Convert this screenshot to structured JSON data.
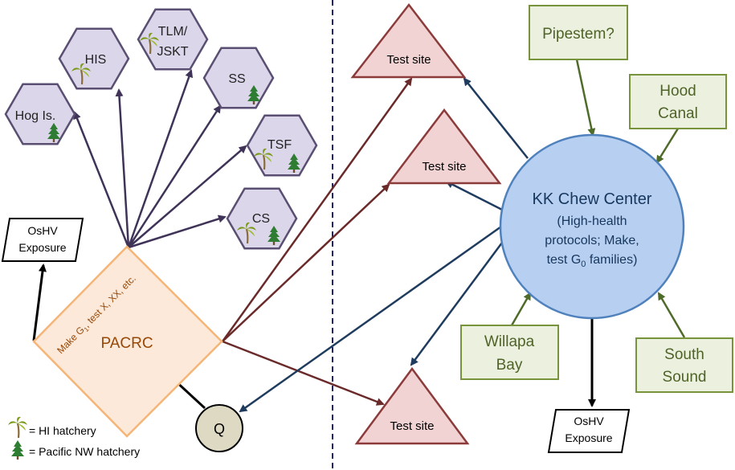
{
  "colors": {
    "hex_fill": "#dcd6ea",
    "hex_stroke": "#5a4f72",
    "purple_arrow": "#3f3358",
    "maroon_arrow": "#6b2a2a",
    "navy_arrow": "#1f3c5e",
    "green_arrow": "#4f6b2a",
    "triangle_fill": "#f2d3d3",
    "triangle_stroke": "#8c3b3b",
    "green_box_fill": "#ebf1de",
    "green_box_stroke": "#77933c",
    "green_text": "#4f6228",
    "circle_fill": "#b7cff0",
    "circle_stroke": "#4f81bd",
    "circle_text": "#17375e",
    "diamond_fill": "#fde9d9",
    "diamond_stroke": "#f5b578",
    "diamond_text": "#974706",
    "q_fill": "#ddd9c3",
    "divider": "#1f1f6e",
    "palm": "#7a9a1a",
    "pine": "#2e7d32"
  },
  "hatcheries": [
    {
      "label": "Hog Is.",
      "icons": [
        "pine"
      ]
    },
    {
      "label": "HIS",
      "icons": [
        "palm"
      ]
    },
    {
      "label": "TLM/\nJSKT",
      "icons": [
        "palm"
      ]
    },
    {
      "label": "SS",
      "icons": [
        "pine"
      ]
    },
    {
      "label": "TSF",
      "icons": [
        "palm",
        "pine"
      ]
    },
    {
      "label": "CS",
      "icons": [
        "palm",
        "pine"
      ]
    }
  ],
  "pacrc": {
    "label": "PACRC",
    "note": "Make G",
    "note_sub": "1",
    "note_rest": ", test X, XX, etc."
  },
  "oshv_left": {
    "line1": "OsHV",
    "line2": "Exposure"
  },
  "oshv_right": {
    "line1": "OsHV",
    "line2": "Exposure"
  },
  "q_node": {
    "label": "Q"
  },
  "test_sites": [
    {
      "label": "Test site"
    },
    {
      "label": "Test site"
    },
    {
      "label": "Test site"
    }
  ],
  "kk_center": {
    "title": "KK Chew Center",
    "line1": "(High-health",
    "line2": "protocols; Make,",
    "line3a": "test G",
    "line3sub": "0",
    "line3b": " families)"
  },
  "broodstock_sources": [
    {
      "line1": "Pipestem?",
      "line2": ""
    },
    {
      "line1": "Hood",
      "line2": "Canal"
    },
    {
      "line1": "Willapa",
      "line2": "Bay"
    },
    {
      "line1": "South",
      "line2": "Sound"
    }
  ],
  "legend": {
    "hi": "= HI hatchery",
    "pnw": "= Pacific NW hatchery"
  }
}
